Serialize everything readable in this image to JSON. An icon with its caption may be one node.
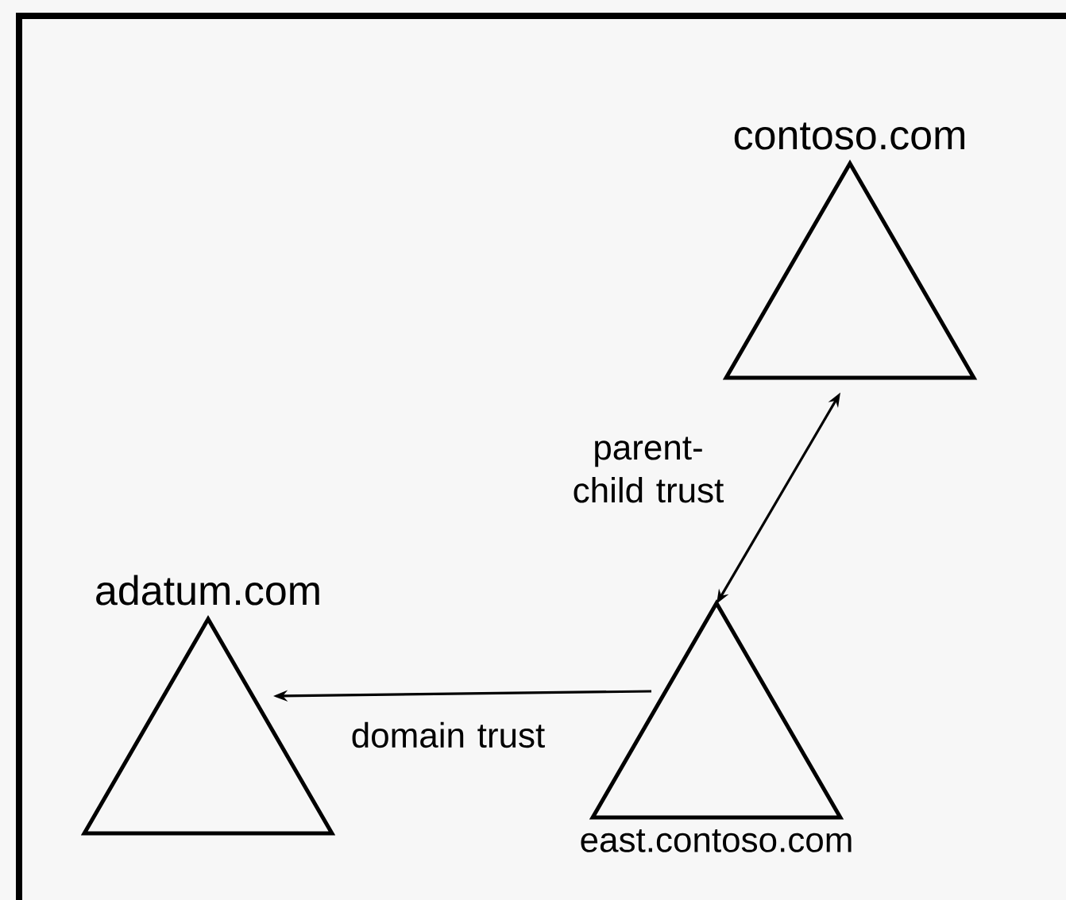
{
  "diagram": {
    "nodes": [
      {
        "text": [
          "contoso.com"
        ]
      },
      {
        "text": [
          "adatum.com"
        ]
      },
      {
        "text": [
          "east.contoso.com"
        ]
      }
    ],
    "edges": [
      {
        "from": 2,
        "to": 0,
        "arrow": "both",
        "label": "parent-child trust"
      },
      {
        "from": 2,
        "to": 1,
        "arrow": "to",
        "label": "domain trust"
      }
    ]
  }
}
